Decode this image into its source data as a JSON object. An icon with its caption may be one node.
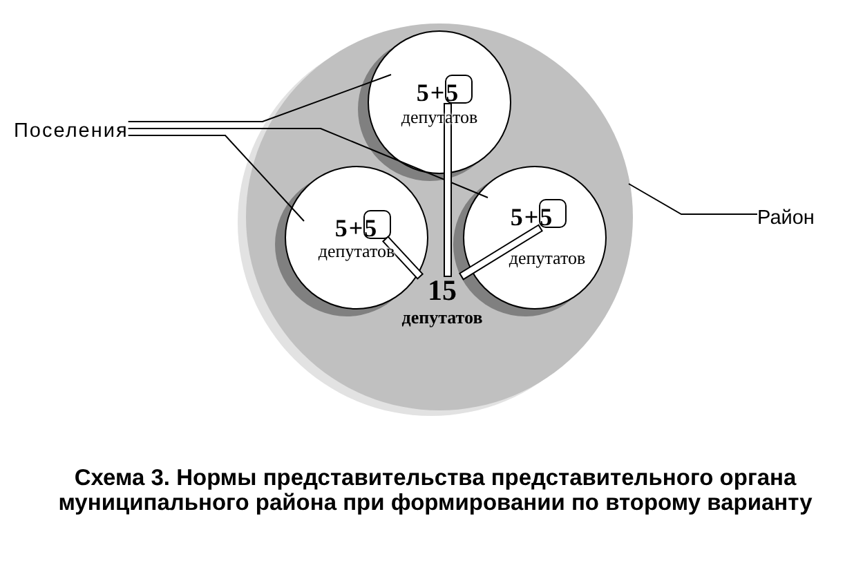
{
  "diagram": {
    "caption": "Схема 3. Нормы представительства представительного органа муниципального района при формировании по второму варианту",
    "nodes": [
      {
        "text": [],
        "shape": "circle"
      },
      {
        "text": [
          "5+5",
          "депутатов"
        ],
        "in": 0
      },
      {
        "text": [],
        "shape": "box",
        "in": 1
      },
      {
        "text": [
          "5+5",
          "депутатов"
        ],
        "in": 0
      },
      {
        "text": [],
        "shape": "box",
        "in": 3
      },
      {
        "text": [
          "5+5",
          "депутатов"
        ],
        "in": 0
      },
      {
        "text": [],
        "shape": "box",
        "in": 5
      },
      {
        "text": [
          "15",
          "депутатов"
        ],
        "in": 0
      },
      {
        "text": [
          "Поселения"
        ]
      },
      {
        "text": [
          "Район"
        ]
      }
    ],
    "edges": [
      {
        "from": 8,
        "to": 1,
        "arrow": "none"
      },
      {
        "from": 8,
        "to": 5,
        "arrow": "none"
      },
      {
        "from": 8,
        "to": 3,
        "arrow": "none"
      },
      {
        "from": 9,
        "to": 0,
        "arrow": "none"
      },
      {
        "from": 2,
        "to": 7,
        "arrow": "none",
        "style": "thick"
      },
      {
        "from": 4,
        "to": 7,
        "arrow": "none",
        "style": "thick"
      },
      {
        "from": 6,
        "to": 7,
        "arrow": "none",
        "style": "thick"
      }
    ]
  }
}
